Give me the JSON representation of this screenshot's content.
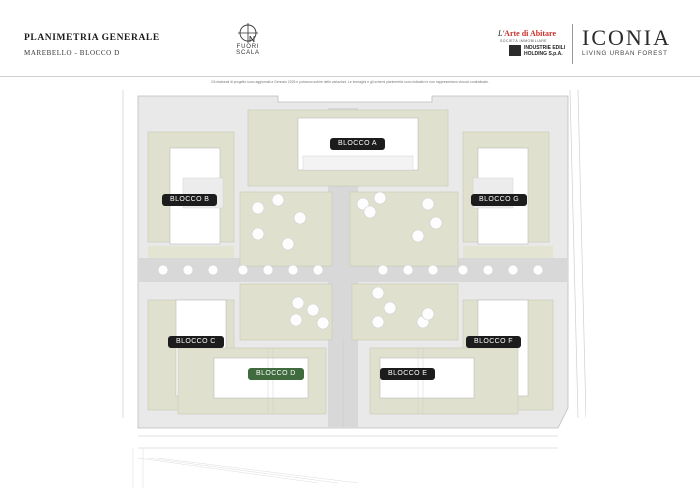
{
  "header": {
    "title": "PLANIMETRIA GENERALE",
    "subtitle": "MAREBELLO - BLOCCO D",
    "north_label": "FUORI SCALA",
    "brand1_prefix": "L'",
    "brand1_name": "Arte di Abitare",
    "brand1_tagline": "SOCIETÀ IMMOBILIARE",
    "brand2_name": "INDUSTRIE EDILI HOLDING",
    "brand2_suffix": "S.p.A.",
    "product_name": "ICONIA",
    "product_tagline": "LIVING URBAN FOREST"
  },
  "disclaimer": "Gli elaborati di progetto sono aggiornati a Gennaio 2025 e potranno subire delle variazioni. Le immagini e gli schemi planimetrici sono indicativi e non rappresentano vincolo contrattuale.",
  "blocks": {
    "a": "BLOCCO A",
    "b": "BLOCCO B",
    "c": "BLOCCO C",
    "d": "BLOCCO D",
    "e": "BLOCCO E",
    "f": "BLOCCO F",
    "g": "BLOCCO G"
  },
  "colors": {
    "lawn": "#dfe1ce",
    "path": "#d6d6d6",
    "building": "#ffffff",
    "label_bg": "#1c1c1c",
    "active_label": "#3f6b3f"
  }
}
